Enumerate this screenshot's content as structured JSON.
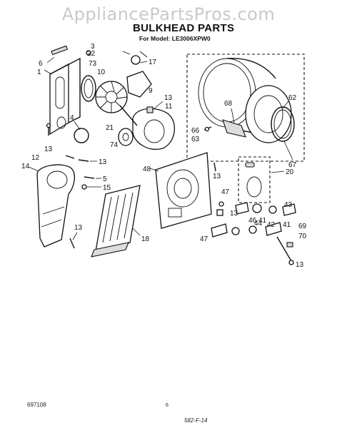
{
  "watermark": "AppliancePartsPros.com",
  "header": {
    "title": "BULKHEAD PARTS",
    "model": "For Model: LE3006XPW0"
  },
  "footer": {
    "doc_number": "697108",
    "page_number": "6",
    "handwritten_code": "582-F-14"
  },
  "callouts": {
    "c1": "1",
    "c3": "3",
    "c4": "4",
    "c5": "5",
    "c6": "6",
    "c9": "9",
    "c10": "10",
    "c11": "11",
    "c12": "12",
    "c13a": "13",
    "c13b": "13",
    "c13c": "13",
    "c13d": "13",
    "c13e": "13",
    "c13f": "13",
    "c13g": "13",
    "c14": "14",
    "c15": "15",
    "c17": "17",
    "c18": "18",
    "c20": "20",
    "c21": "21",
    "c22": "22",
    "c41a": "41",
    "c41b": "41",
    "c42": "42",
    "c43": "43",
    "c44": "44",
    "c46": "46",
    "c47a": "47",
    "c47b": "47",
    "c48": "48",
    "c62": "62",
    "c63": "63",
    "c66": "66",
    "c67": "67",
    "c68": "68",
    "c69": "69",
    "c70": "70",
    "c73": "73",
    "c74": "74"
  }
}
